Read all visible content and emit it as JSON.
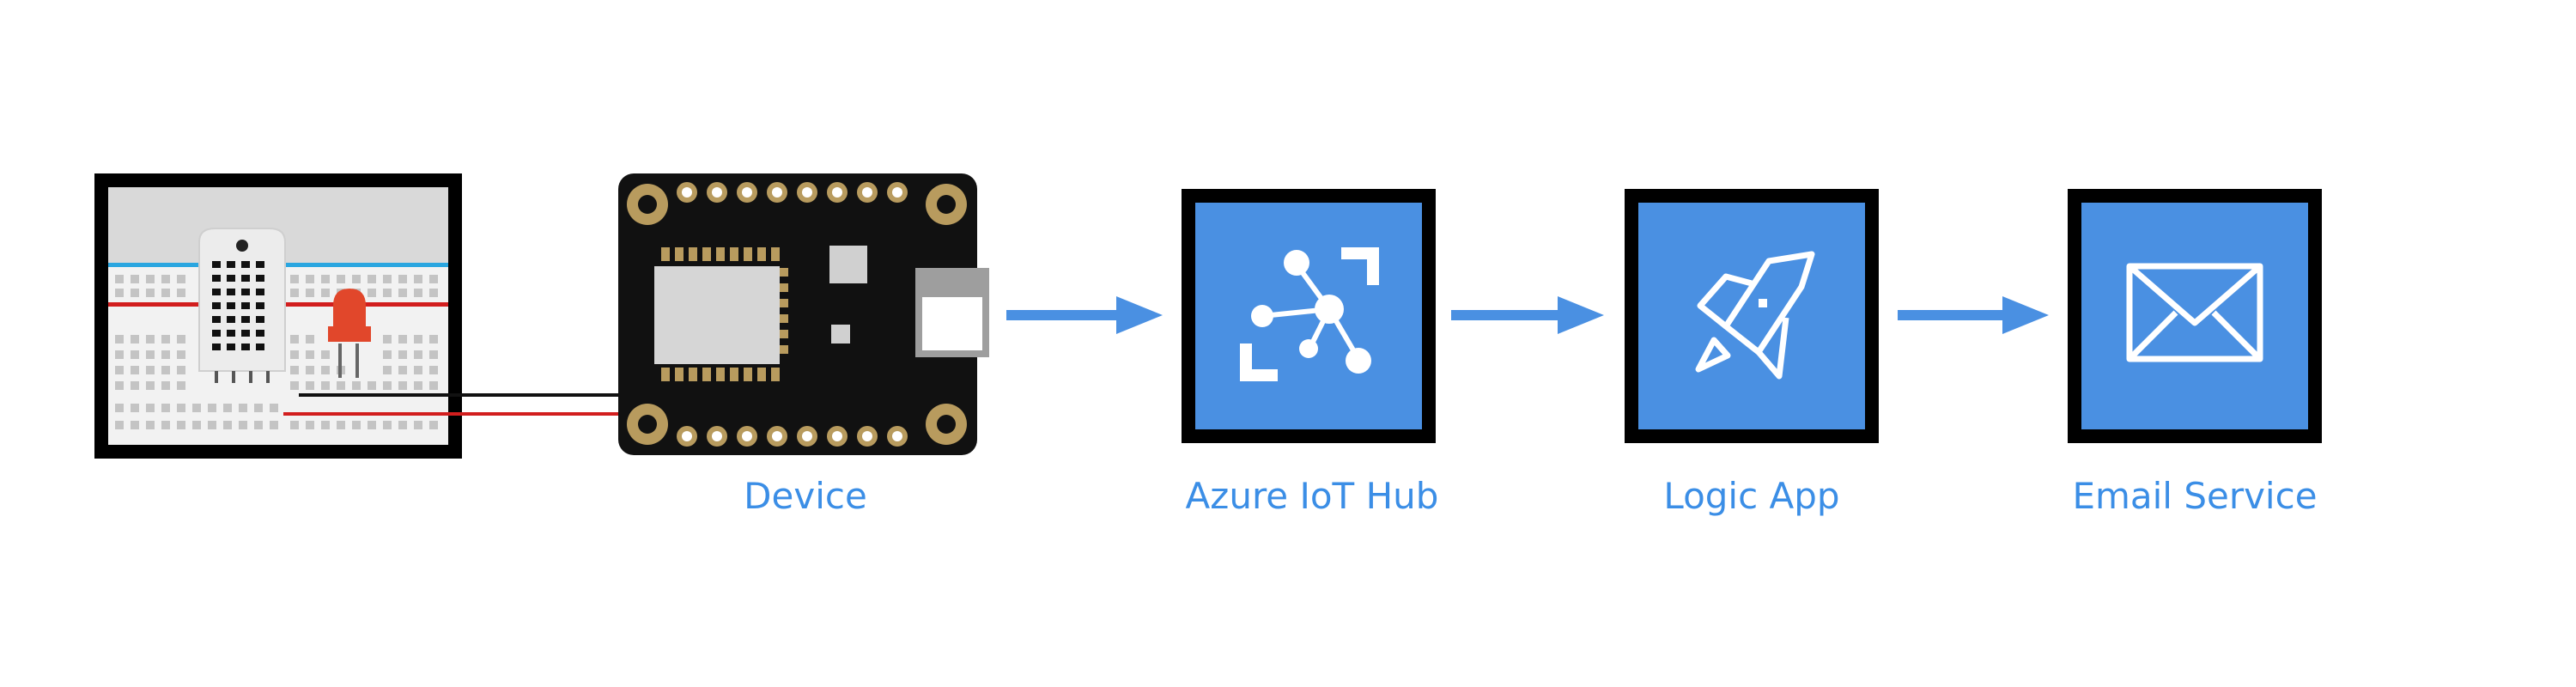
{
  "labels": {
    "device": "Device",
    "iot_hub": "Azure IoT Hub",
    "logic_app": "Logic App",
    "email_service": "Email Service"
  },
  "colors": {
    "accent": "#4a90e2",
    "label_text": "#3b8ee6",
    "board": "#111111",
    "pad_gold": "#b89b5e",
    "led_red": "#e1472b",
    "wire_red": "#d21e1e",
    "rail_blue": "#2aa6e0"
  },
  "icons": [
    "breadboard-icon",
    "device-board-icon",
    "iot-hub-icon",
    "logic-app-rocket-icon",
    "email-envelope-icon"
  ]
}
